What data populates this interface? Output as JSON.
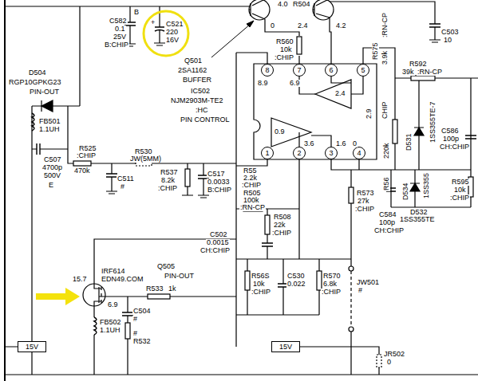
{
  "diagram": {
    "nodes": [
      {
        "text": [
          "C521",
          "220",
          "16V"
        ]
      },
      {
        "text": [
          "8"
        ]
      },
      {
        "text": [
          "7"
        ]
      },
      {
        "text": [
          "6"
        ]
      },
      {
        "text": [
          "5"
        ]
      },
      {
        "text": [
          "1"
        ]
      },
      {
        "text": [
          "2"
        ]
      },
      {
        "text": [
          "3"
        ]
      },
      {
        "text": [
          "4"
        ]
      },
      {
        "text": [
          "15V"
        ]
      },
      {
        "text": [
          "15V"
        ]
      }
    ],
    "labels": [
      "B",
      "C582",
      "0.1",
      "25V",
      "B:CHIP",
      "+",
      "Q501",
      "2SA1162",
      "BUFFER",
      "IC502",
      "NJM2903M-TE2",
      ":HC",
      "PIN CONTROL",
      "R504",
      "4.0",
      "0",
      "2.4",
      "4.2",
      "R560",
      "10k",
      ":CHIP",
      "R575",
      ":RN-CP",
      "3.9k",
      "C503",
      "10",
      "R592",
      "39k",
      ":RN-CP",
      "8.9",
      "6.9",
      "2.4",
      "2.9",
      "CHIP",
      "0.9",
      "3.6",
      "1.6",
      "0",
      "220k",
      "R56",
      "D531",
      "1SS355TE-7",
      "C586",
      "100p",
      "CH:CHIP",
      "R595",
      "10k",
      ":CHIP",
      "D534",
      "1SS355",
      "D532",
      "1SS355TE",
      "C584",
      "100p",
      "CH:CHIP",
      "R55",
      "2.2k",
      ":CHIP",
      "R505",
      "100k",
      ":RN-CP",
      "R573",
      "27k",
      ":CHIP",
      "R508",
      "22k",
      ":CHIP",
      "C502",
      "0.0015",
      "CH:CHIP",
      "R56S",
      "10k",
      ":CHIP",
      "C530",
      "0.022",
      "R570",
      "6.8k",
      ":CHIP",
      "JW501",
      "#",
      "D504",
      "RGP10GPKG23",
      "PIN-OUT",
      "FB501",
      "1.1UH",
      "C507",
      "4700p",
      "500V",
      "E",
      "R525",
      ":CHIP",
      "470k",
      "R530",
      "JW(5MM)",
      "R537",
      "8.2k",
      ":CHIP",
      "C511",
      "#",
      "C517",
      "0.0033",
      "B:CHIP",
      "Q505",
      "PIN-OUT",
      "IRF614",
      "EDN49.COM",
      "15.7",
      "6.9",
      "R533",
      "1k",
      "C504",
      "#",
      "FB502",
      "1.1UH",
      "#",
      "R532",
      "JR502",
      "0"
    ]
  }
}
